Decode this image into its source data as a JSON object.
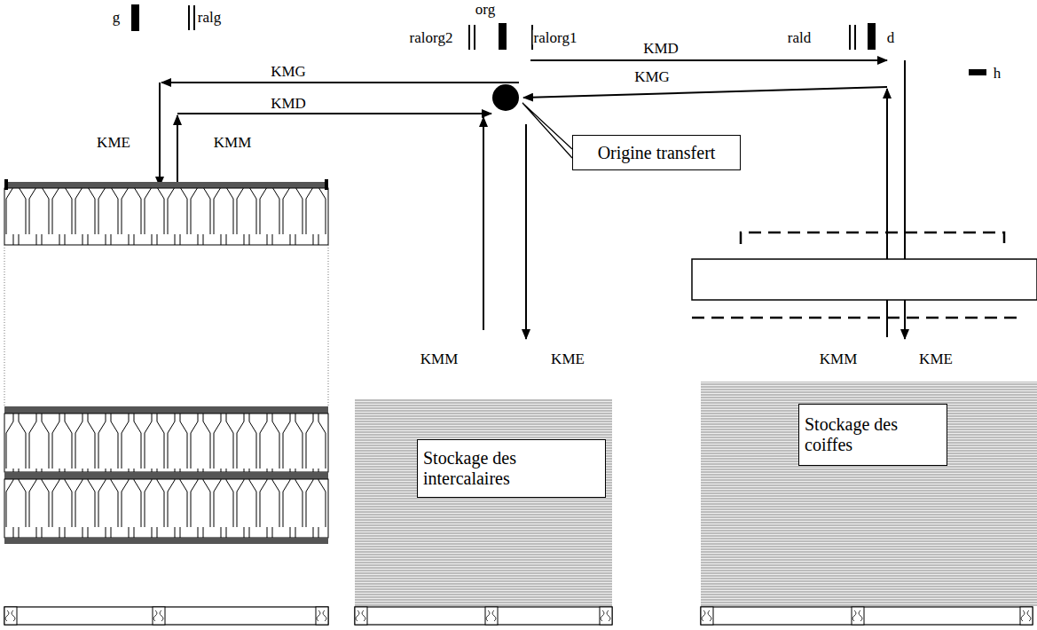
{
  "diagram": {
    "nodes": [
      {
        "text": [
          "Origine transfert"
        ]
      },
      {
        "text": [
          "Stockage des intercalaires"
        ]
      },
      {
        "text": [
          "Stockage des coiffes"
        ]
      }
    ],
    "labels": [
      "org",
      "g",
      "ralg",
      "ralorg2",
      "ralorg1",
      "rald",
      "d",
      "h",
      "KMG",
      "KMD",
      "KMD",
      "KMG",
      "KME",
      "KMM",
      "KMM",
      "KME",
      "KMM",
      "KME"
    ]
  }
}
